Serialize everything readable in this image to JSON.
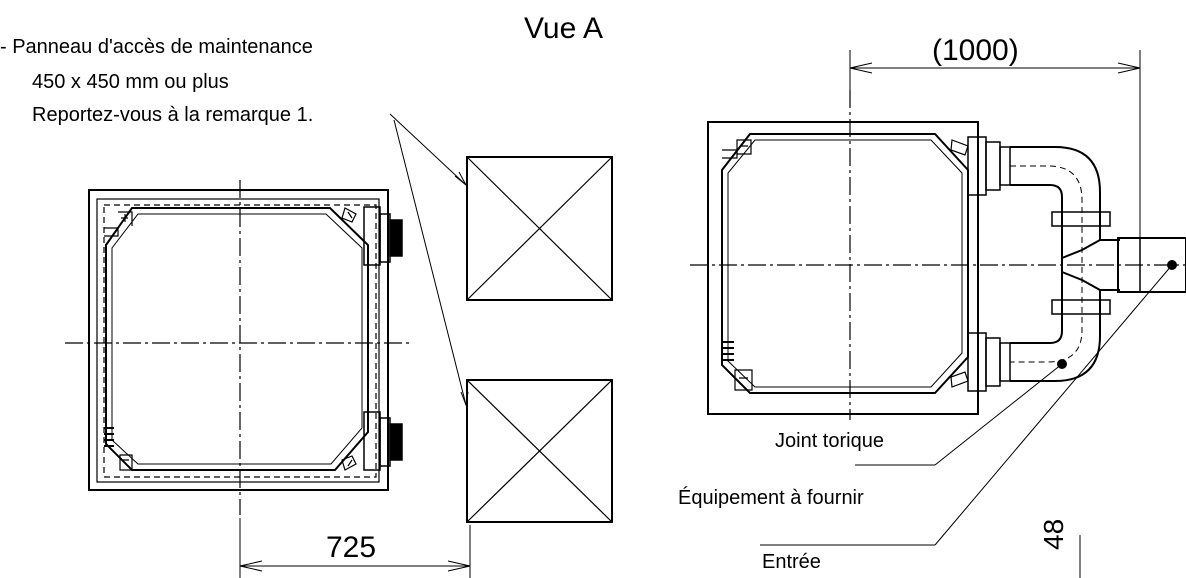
{
  "title": "Vue A",
  "labels": {
    "access_panel": "- Panneau d'accès de maintenance",
    "access_size": "450 x 450 mm ou plus",
    "note_ref": "Reportez-vous à la remarque 1.",
    "o_ring": "Joint torique",
    "field_supply": "Équipement à fournir",
    "inlet": "Entrée"
  },
  "dimensions": {
    "width_left": "725",
    "width_right": "(1000)",
    "partial_vertical": "48"
  }
}
